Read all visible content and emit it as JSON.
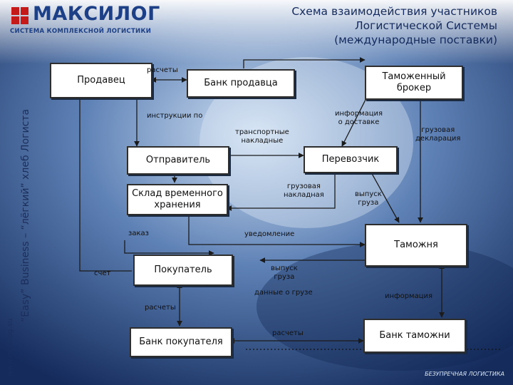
{
  "colors": {
    "logo_red": "#c41a1a",
    "logo_blue": "#1c3f86",
    "box_fill": "#ffffff",
    "line": "#1b1b1b"
  },
  "logo": {
    "name": "МАКСИЛОГ",
    "subtitle": "СИСТЕМА КОМПЛЕКСНОЙ ЛОГИСТИКИ"
  },
  "title": "Схема взаимодействия участников\nЛогистической Системы\n(международные поставки)",
  "side": {
    "url": "www.maxilog.su",
    "slogan": "“Easy” Business – “лёгкий” хлеб Логиста"
  },
  "footer": "БЕЗУПРЕЧНАЯ ЛОГИСТИКА",
  "nodes": {
    "seller": "Продавец",
    "seller_bank": "Банк продавца",
    "customs_broker": "Таможенный\nброкер",
    "shipper": "Отправитель",
    "carrier": "Перевозчик",
    "warehouse": "Склад временного\nхранения",
    "customs": "Таможня",
    "buyer": "Покупатель",
    "buyer_bank": "Банк покупателя",
    "customs_bank": "Банк таможни"
  },
  "labels": {
    "payments_top": "расчеты",
    "instructions": "инструкции по",
    "transport_docs": "транспортные\nнакладные",
    "delivery_info": "информация\nо доставке",
    "cargo_declaration": "грузовая\nдекларация",
    "cargo_waybill": "грузовая\nнакладная",
    "cargo_release": "выпуск\nгруза",
    "order": "заказ",
    "notification": "уведомление",
    "invoice": "счет",
    "cargo_release_2": "выпуск\nгруза",
    "cargo_data": "данные о грузе",
    "information": "информация",
    "payments_mid": "расчеты",
    "payments_bottom": "расчеты"
  }
}
